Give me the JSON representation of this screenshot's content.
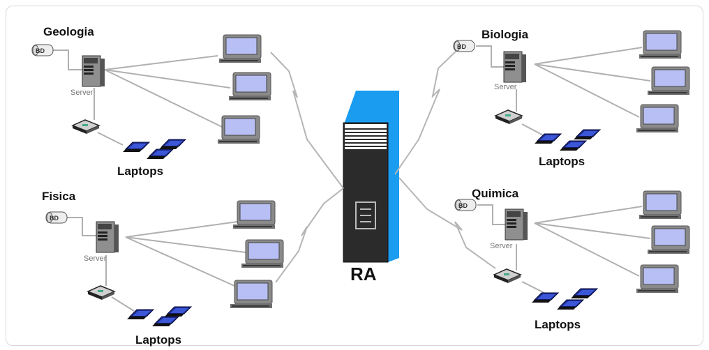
{
  "center": {
    "label": "RA"
  },
  "departments": [
    {
      "name": "Geologia",
      "server_label": "Server",
      "db_label": "BD",
      "laptops_label": "Laptops"
    },
    {
      "name": "Biologia",
      "server_label": "Server",
      "db_label": "BD",
      "laptops_label": "Laptops"
    },
    {
      "name": "Fisica",
      "server_label": "Server",
      "db_label": "BD",
      "laptops_label": "Laptops"
    },
    {
      "name": "Quimica",
      "server_label": "Server",
      "db_label": "BD",
      "laptops_label": "Laptops"
    }
  ],
  "colors": {
    "ra_front": "#2b2b2b",
    "ra_side": "#1a9cf0",
    "screen": "#b7bff4",
    "laptop": "#1c2a8a"
  }
}
